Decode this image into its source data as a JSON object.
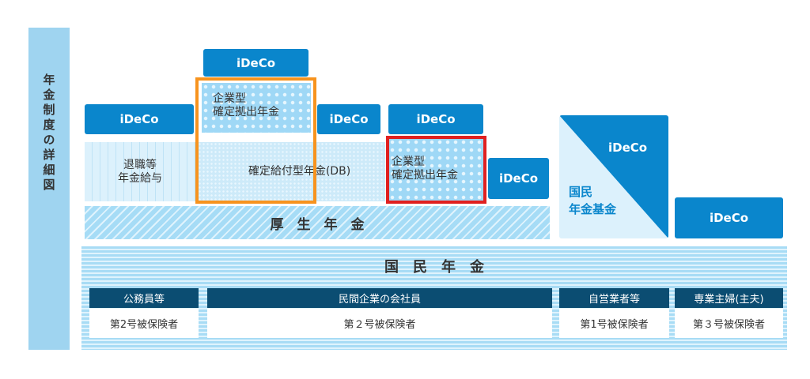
{
  "title": "年金制度の詳細図",
  "ideco": "iDeCo",
  "retirement": "退職等\n年金給与",
  "db": "確定給付型年金(DB)",
  "corporate_dc": "企業型\n確定拠出年金",
  "kosei": "厚　生　年　金",
  "kokumin_kikin": "国民\n年金基金",
  "kokumin": "国　民　年　金",
  "groups": [
    {
      "header": "公務員等",
      "insured": "第2号被保険者"
    },
    {
      "header": "民間企業の会社員",
      "insured": "第２号被保険者"
    },
    {
      "header": "自営業者等",
      "insured": "第1号被保険者"
    },
    {
      "header": "専業主婦(主夫)",
      "insured": "第３号被保険者"
    }
  ],
  "colors": {
    "ideco": "#0a86cc",
    "header": "#0b4d72",
    "highlight_orange": "#f7931e",
    "highlight_red": "#e02020"
  }
}
